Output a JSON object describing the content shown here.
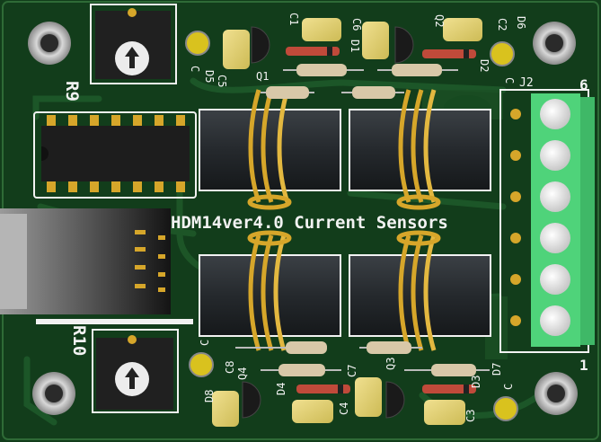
{
  "board": {
    "title": "HDM14ver4.0 Current Sensors",
    "colors": {
      "pcb": "#123d1b",
      "copper_trace": "#1d5226",
      "silkscreen": "#f2f2f2",
      "gold": "#d6a62a",
      "terminal_block": "#4fd37a",
      "core": "#2b2f33"
    }
  },
  "labels": {
    "r9": "R9",
    "r10": "R10",
    "j2": "J2",
    "pin6": "6",
    "pin1": "1",
    "c1": "C1",
    "c2": "C2",
    "c3": "C3",
    "c4": "C4",
    "c5": "C5",
    "c6": "C6",
    "c7": "C7",
    "c8": "C8",
    "d1": "D1",
    "d2": "D2",
    "d3": "D3",
    "d4": "D4",
    "d5": "D5",
    "d6": "D6",
    "d7": "D7",
    "d8": "D8",
    "q1": "Q1",
    "q2": "Q2",
    "q3": "Q3",
    "q4": "Q4",
    "c_mark_tl": "C",
    "c_mark_tr": "C",
    "c_mark_bl": "C",
    "c_mark_br": "C"
  }
}
